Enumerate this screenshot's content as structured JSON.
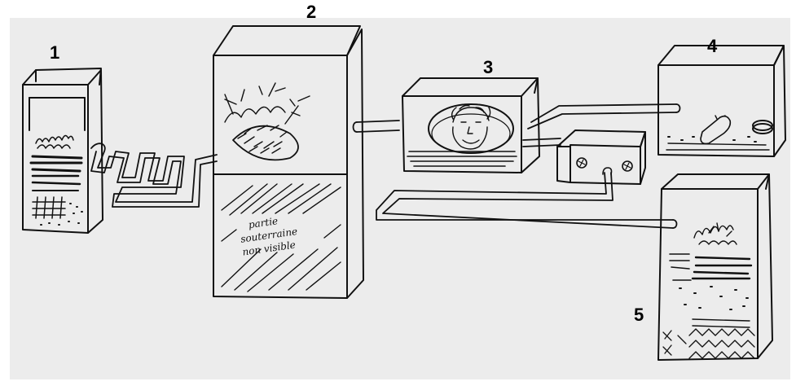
{
  "figure": {
    "background_color": "#ececec",
    "stroke_color": "#111111"
  },
  "boxes": [
    {
      "id": "1",
      "label": "1",
      "content": "soil-column-small"
    },
    {
      "id": "2",
      "label": "2",
      "content": "plant-and-soil-column",
      "text_lines": [
        "partie",
        "souterraine",
        "non visible"
      ]
    },
    {
      "id": "3",
      "label": "3",
      "content": "chamber-with-face"
    },
    {
      "id": "4",
      "label": "4",
      "content": "container-with-objects"
    },
    {
      "id": "5",
      "label": "5",
      "content": "soil-column-large"
    }
  ],
  "devices": [
    {
      "id": "control-unit",
      "content": "box-with-dials"
    }
  ]
}
